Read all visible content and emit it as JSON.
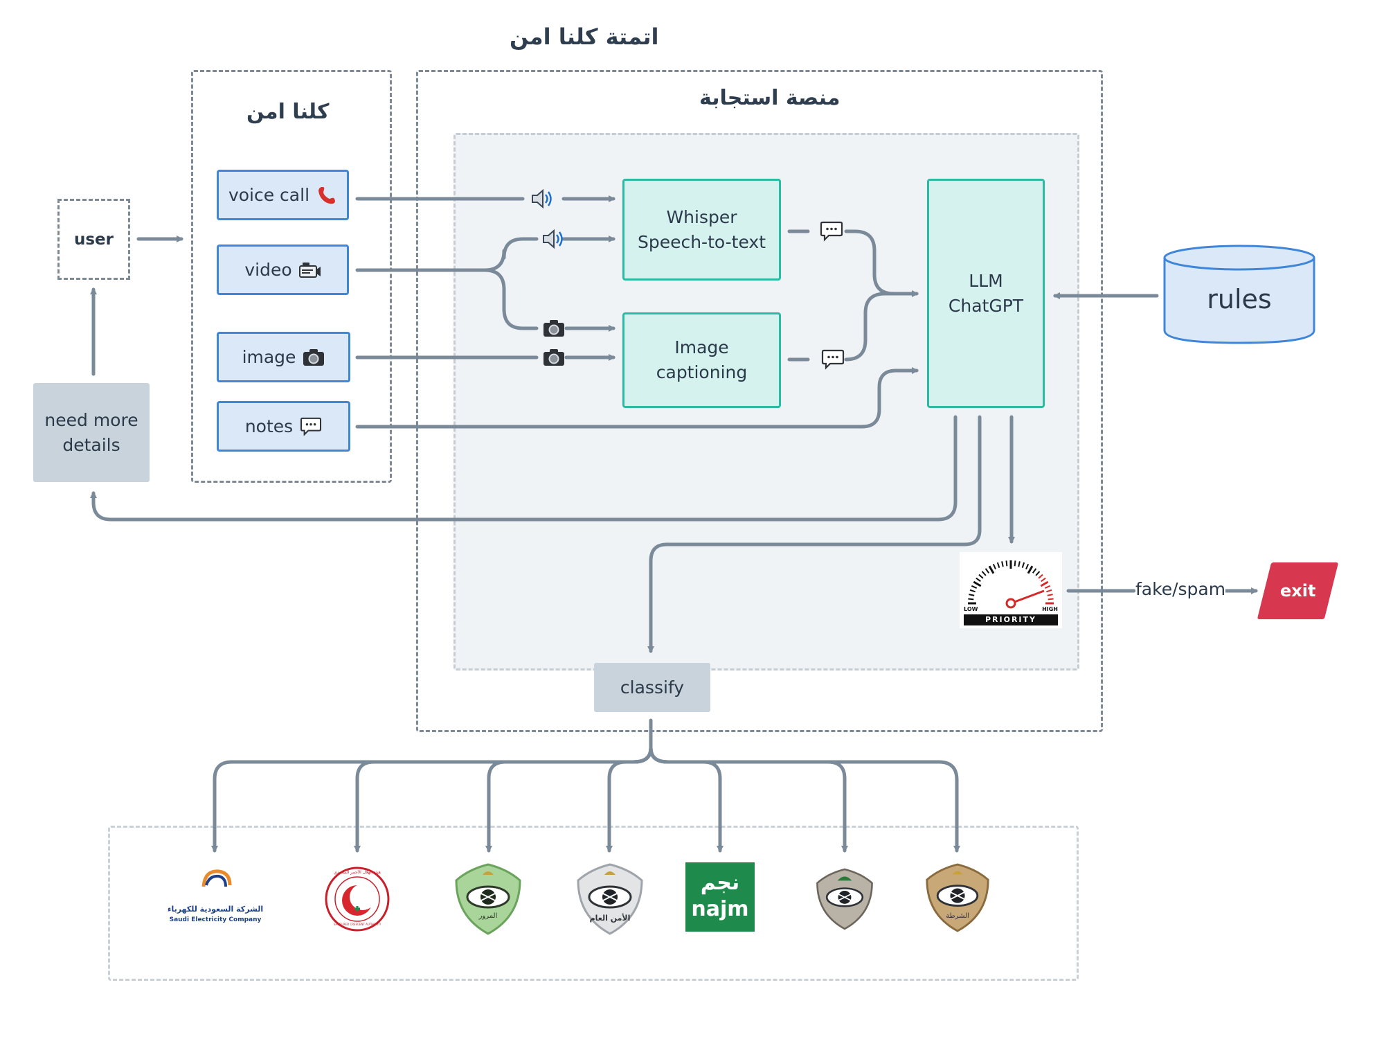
{
  "titles": {
    "main": "اتمتة كلنا امن",
    "left_group": "كلنا امن",
    "platform": "منصة استجابة"
  },
  "user": {
    "label": "user"
  },
  "channels": {
    "voice": {
      "label": "voice call",
      "icon": "phone-icon"
    },
    "video": {
      "label": "video",
      "icon": "video-camera-icon"
    },
    "image": {
      "label": "image",
      "icon": "camera-icon"
    },
    "notes": {
      "label": "notes",
      "icon": "speech-bubble-icon"
    }
  },
  "need_more": {
    "label": "need more\ndetails"
  },
  "processors": {
    "whisper": {
      "label": "Whisper\nSpeech-to-text"
    },
    "captioning": {
      "label": "Image\ncaptioning"
    },
    "llm": {
      "label": "LLM\nChatGPT"
    }
  },
  "rules": {
    "label": "rules"
  },
  "priority": {
    "label": "PRIORITY",
    "low": "LOW",
    "high": "HIGH",
    "icon": "priority-gauge-icon"
  },
  "edge_fake": {
    "label": "fake/spam"
  },
  "exit": {
    "label": "exit"
  },
  "classify": {
    "label": "classify"
  },
  "logos": {
    "electricity": {
      "arabic": "الشركة السعودية للكهرباء",
      "english": "Saudi Electricity Company"
    },
    "red_crescent": {
      "arabic": "هيئة الهلال الأحمر السعودي",
      "english": "SAUDI RED CRESCENT AUTHORITY"
    },
    "traffic": {
      "arabic": "المرور"
    },
    "public_security": {
      "arabic": "الأمن العام"
    },
    "najm": {
      "arabic": "نجم",
      "english": "najm"
    },
    "special_forces": {
      "arabic": ""
    },
    "police": {
      "arabic": "الشرطة"
    }
  },
  "colors": {
    "wire": "#7b8a99",
    "channel_fill": "#dbe8f7",
    "channel_border": "#3f86d8",
    "proc_fill": "#d6f2ee",
    "proc_border": "#2bbba4",
    "exit": "#d8384f",
    "najm_green": "#1e8a4c"
  }
}
